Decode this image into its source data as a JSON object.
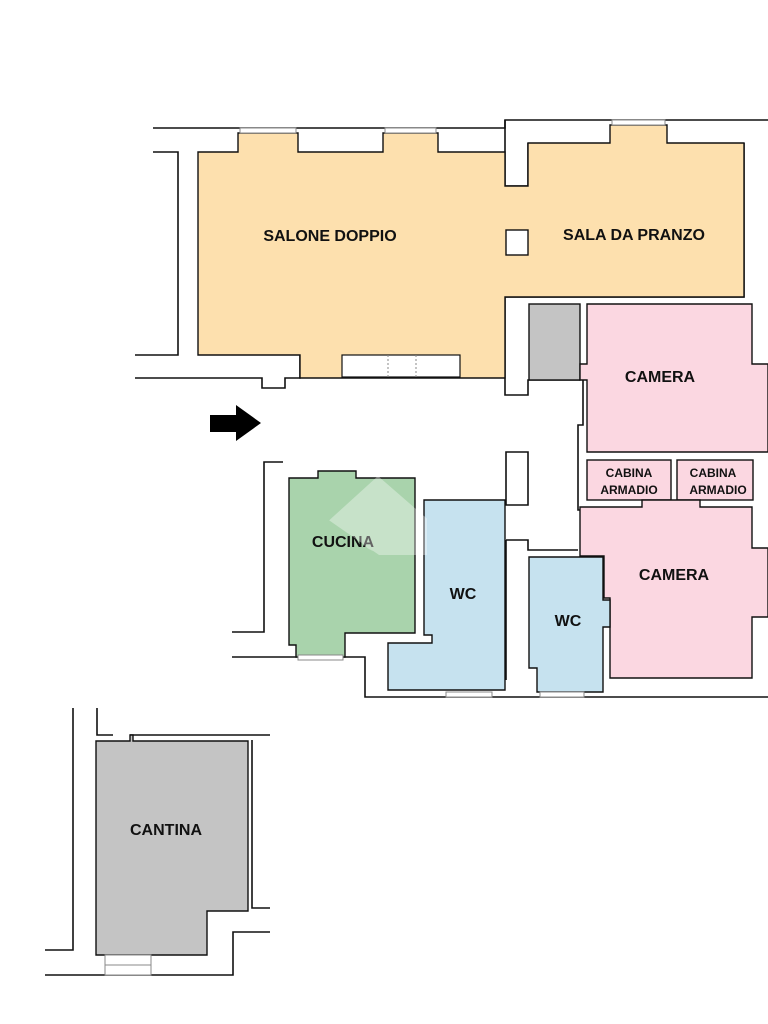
{
  "plan": {
    "rooms": {
      "salone_doppio": "SALONE DOPPIO",
      "sala_da_pranzo": "SALA DA PRANZO",
      "camera_1": "CAMERA",
      "cabina_armadio_1": [
        "CABINA",
        "ARMADIO"
      ],
      "cabina_armadio_2": [
        "CABINA",
        "ARMADIO"
      ],
      "camera_2": "CAMERA",
      "cucina": "CUCINA",
      "wc_1": "WC",
      "wc_2": "WC",
      "cantina": "CANTINA"
    },
    "colors": {
      "living": "#fde0ae",
      "bedroom": "#fbd7e1",
      "kitchen": "#a9d3ac",
      "bathroom": "#c6e2ef",
      "cellar": "#c4c4c4",
      "storage": "#c4c4c4",
      "wall": "#111111"
    },
    "entrance_arrow_icon": "arrow-right-icon",
    "watermark_icon": "agency-logo-watermark"
  }
}
